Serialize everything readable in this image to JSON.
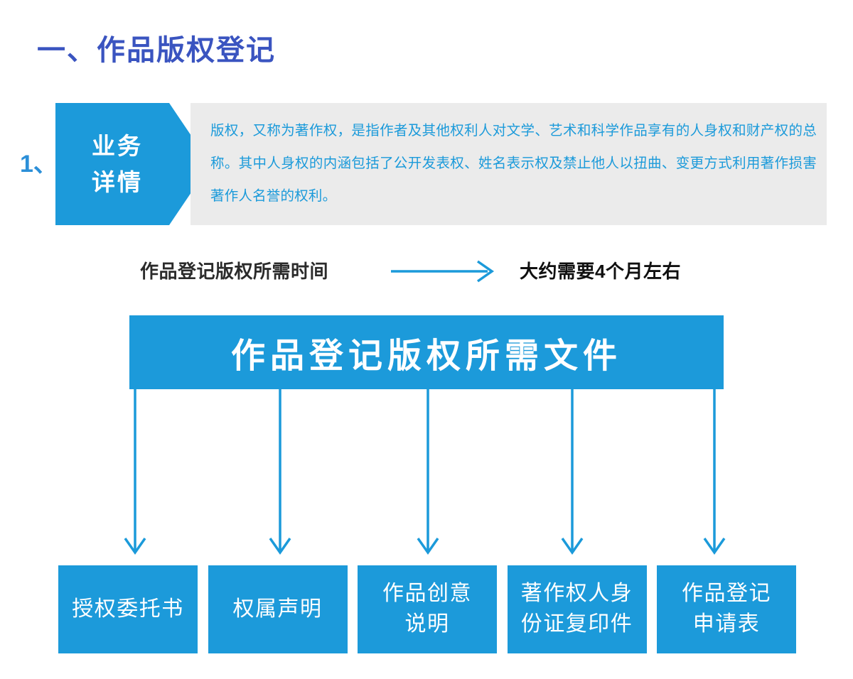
{
  "page": {
    "title": "一、作品版权登记",
    "accent_blue": "#1c9ada",
    "title_blue": "#3a54c0",
    "panel_gray": "#ebebeb"
  },
  "detail": {
    "index": "1、",
    "tag_line1": "业务",
    "tag_line2": "详情",
    "text": "版权，又称为著作权，是指作者及其他权利人对文学、艺术和科学作品享有的人身权和财产权的总称。其中人身权的内涵包括了公开发表权、姓名表示权及禁止他人以扭曲、变更方式利用著作损害著作人名誉的权利。"
  },
  "time_row": {
    "label": "作品登记版权所需时间",
    "arrow_icon": "right-arrow-icon",
    "value": "大约需要4个月左右"
  },
  "docs": {
    "banner_title": "作品登记版权所需文件",
    "arrow_icon": "down-arrow-icon",
    "items": [
      {
        "line1": "授权委托书",
        "line2": ""
      },
      {
        "line1": "权属声明",
        "line2": ""
      },
      {
        "line1": "作品创意",
        "line2": "说明"
      },
      {
        "line1": "著作权人身",
        "line2": "份证复印件"
      },
      {
        "line1": "作品登记",
        "line2": "申请表"
      }
    ]
  }
}
